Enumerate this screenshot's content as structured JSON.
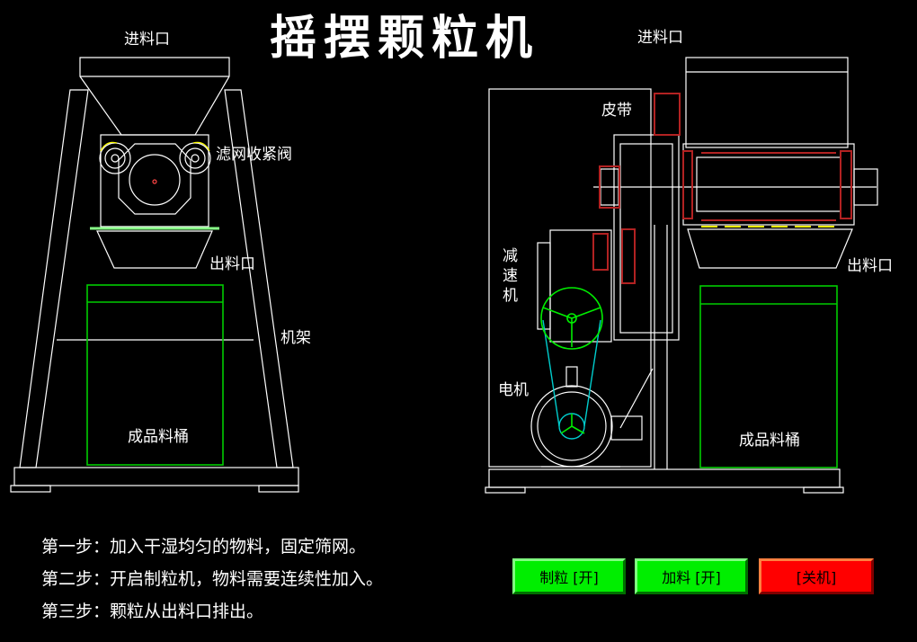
{
  "title": "摇摆颗粒机",
  "front_view": {
    "inlet_label": "进料口",
    "screen_tension_valve_label": "滤网收紧阀",
    "outlet_label": "出料口",
    "frame_label": "机架",
    "bucket_label": "成品料桶"
  },
  "side_view": {
    "inlet_label": "进料口",
    "belt_label": "皮带",
    "reducer_label": "减速机",
    "motor_label": "电机",
    "outlet_label": "出料口",
    "bucket_label": "成品料桶"
  },
  "steps": [
    "第一步：加入干湿均匀的物料，固定筛网。",
    "第二步：开启制粒机，物料需要连续性加入。",
    "第三步：颗粒从出料口排出。"
  ],
  "buttons": {
    "granulate": "制粒 [开]",
    "feed": "加料 [开]",
    "shutdown": "[关机]"
  },
  "colors": {
    "background": "#000000",
    "line": "#ffffff",
    "bucket": "#00cc00",
    "button_on": "#00ee00",
    "button_off": "#ff0000",
    "belt": "#00cccc",
    "gear_red": "#b22222"
  }
}
